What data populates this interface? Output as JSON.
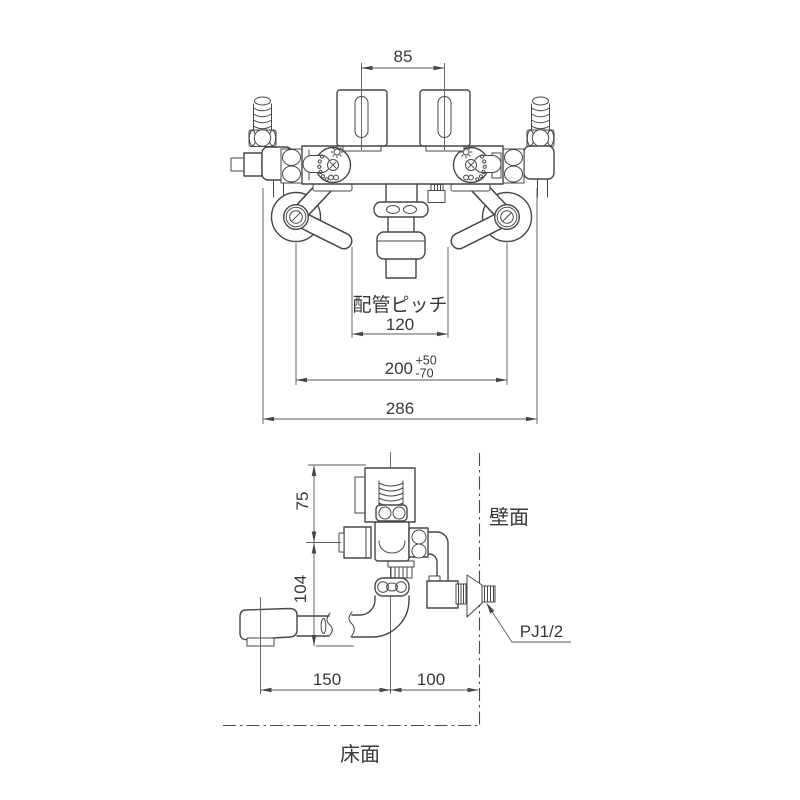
{
  "views": {
    "front": {
      "dim_handle_pitch": "85",
      "pipe_pitch_label": "配管ピッチ",
      "dim_pipe_pitch": "120",
      "dim_adjustable_width": "200",
      "dim_adjustable_tol_plus": "+50",
      "dim_adjustable_tol_minus": "-70",
      "dim_overall_width": "286"
    },
    "side": {
      "dim_handle_height": "75",
      "dim_spout_drop": "104",
      "dim_spout_reach": "150",
      "dim_wall_offset": "100",
      "wall_label": "壁面",
      "floor_label": "床面",
      "thread_label": "PJ1/2"
    }
  },
  "colors": {
    "line": "#474747",
    "text": "#383838",
    "background": "#ffffff"
  }
}
